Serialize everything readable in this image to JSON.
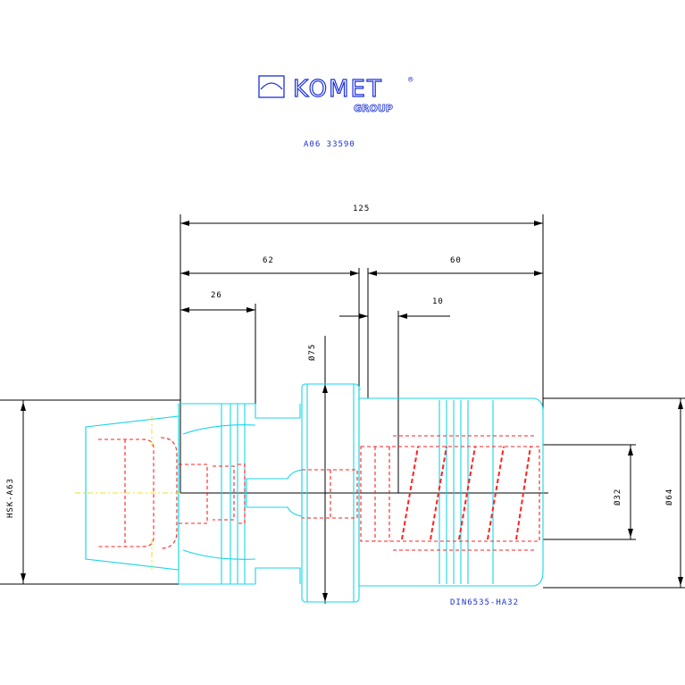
{
  "logo": {
    "brand": "KOMET",
    "sub": "GROUP",
    "registered": "®"
  },
  "part_number": "A06 33590",
  "dimensions": {
    "overall_length": "125",
    "length_62": "62",
    "length_60": "60",
    "length_26": "26",
    "length_10": "10",
    "diameter_75": "Ø75",
    "diameter_32": "Ø32",
    "diameter_64": "Ø64",
    "interface_left": "HSK-A63",
    "interface_right": "DIN6535-HA32"
  },
  "colors": {
    "logo": "#1a2fd8",
    "outline": "#18d4e8",
    "hidden": "#ff2020",
    "dimension": "#000000",
    "centerline": "#f0e020"
  }
}
